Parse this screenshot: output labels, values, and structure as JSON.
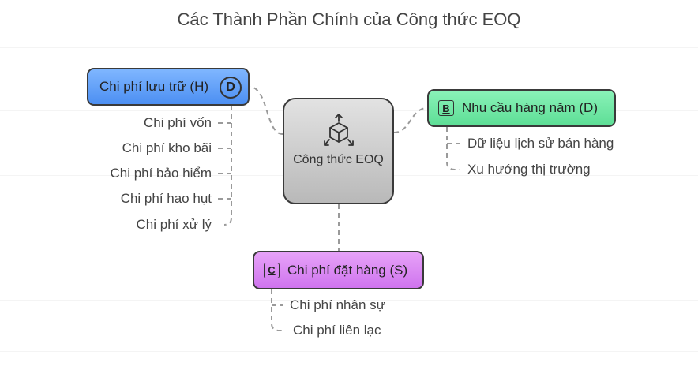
{
  "title": "Các Thành Phần Chính của Công thức EOQ",
  "center": {
    "label": "Công thức EOQ",
    "icon": "cube-arrows-icon"
  },
  "holding": {
    "label": "Chi phí lưu trữ (H)",
    "badge": "D",
    "items": [
      "Chi phí vốn",
      "Chi phí kho bãi",
      "Chi phí bảo hiểm",
      "Chi phí hao hụt",
      "Chi phí xử lý"
    ]
  },
  "demand": {
    "label": "Nhu cầu hàng năm (D)",
    "badge": "B",
    "items": [
      "Dữ liệu lịch sử bán hàng",
      "Xu hướng thị trường"
    ]
  },
  "ordering": {
    "label": "Chi phí đặt hàng (S)",
    "badge": "C",
    "items": [
      "Chi phí nhân sự",
      "Chi phí liên lạc"
    ]
  },
  "colors": {
    "holding": "#5b9bf7",
    "demand": "#6fe6a6",
    "ordering": "#da88f3",
    "center": "#cccccc",
    "connector": "#9a9a9a"
  }
}
